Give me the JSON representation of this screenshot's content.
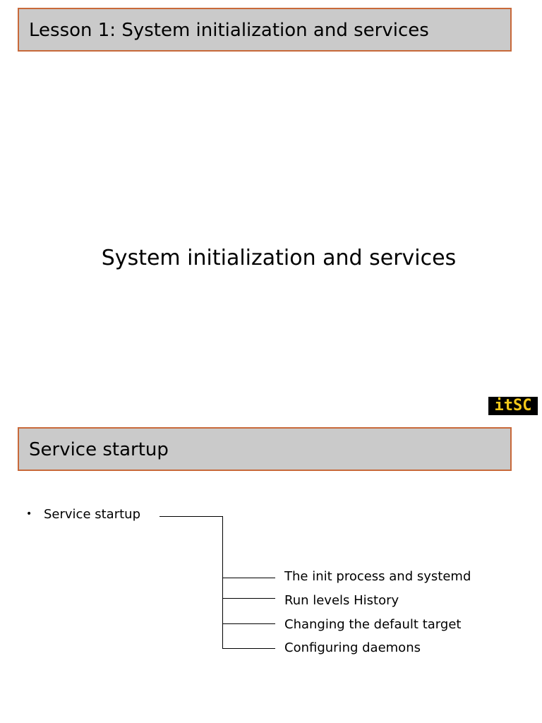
{
  "slide1": {
    "header_title": "Lesson 1: System initialization and services",
    "center_title": "System initialization and services",
    "logo_text": "itSC"
  },
  "slide2": {
    "header_title": "Service startup",
    "bullet_symbol": "•",
    "root_label": "Service startup",
    "children": [
      "The init process and systemd",
      "Run levels History",
      "Changing the default target",
      "Configuring daemons"
    ]
  },
  "colors": {
    "header_background": "#cacaca",
    "header_border": "#c8693a",
    "logo_background": "#000000",
    "logo_text": "#f2c81a"
  }
}
